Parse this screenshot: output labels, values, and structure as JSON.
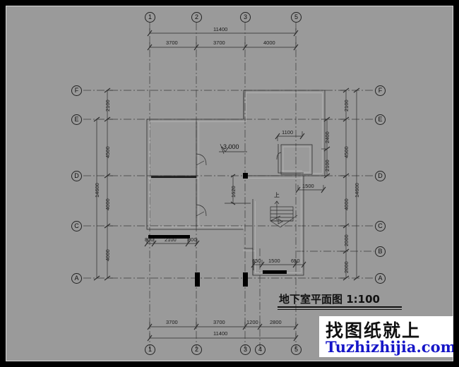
{
  "drawing": {
    "title": "地下室平面图  1:100",
    "title_plain": "地下室平面图",
    "scale": "1:100",
    "elevation_mark": "-3.000",
    "stair_direction": "上",
    "background_color": "#9a9a9a",
    "line_color": "#2b2b2b",
    "fill_color": "#000000",
    "border_color": "#000000"
  },
  "grids": {
    "top_bubbles": [
      "1",
      "2",
      "3",
      "5"
    ],
    "bottom_bubbles": [
      "1",
      "2",
      "3",
      "4",
      "5"
    ],
    "left_bubbles": [
      "F",
      "E",
      "D",
      "C",
      "A"
    ],
    "right_bubbles": [
      "F",
      "E",
      "D",
      "C",
      "B",
      "A"
    ]
  },
  "dimensions": {
    "top_chain_inner": [
      "3700",
      "3700",
      "4000"
    ],
    "top_total": "11400",
    "bottom_chain_inner": [
      "3700",
      "3700",
      "1200",
      "2800"
    ],
    "bottom_total": "11400",
    "left_chain": [
      "2100",
      "4500",
      "4000",
      "4000"
    ],
    "left_total": "14600",
    "right_chain": [
      "2100",
      "4500",
      "4000",
      "2000",
      "2000"
    ],
    "right_total": "14600",
    "right_inner": [
      "2400",
      "2100"
    ],
    "detail_left_window": [
      "800",
      "2100",
      "800"
    ],
    "detail_bottom_window": [
      "650",
      "1500",
      "650"
    ],
    "detail_small_room_width": "1100",
    "detail_stair_offset": "1500",
    "detail_door_offset": "1620",
    "detail_right_room": "1500"
  },
  "watermark": {
    "chinese": "找图纸就上",
    "url": "Tuzhizhijia.com",
    "url_color": "#1616c8"
  }
}
